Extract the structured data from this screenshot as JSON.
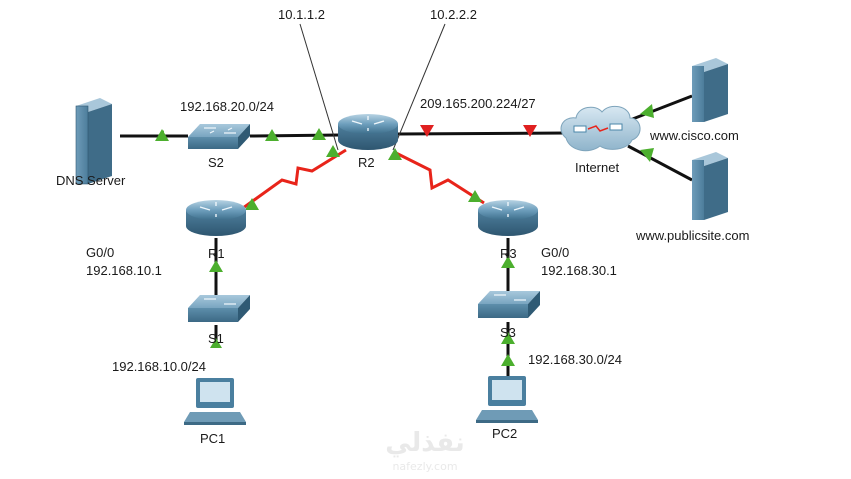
{
  "diagram": {
    "devices": {
      "dns_server": "DNS Server",
      "s2": "S2",
      "r2": "R2",
      "internet": "Internet",
      "cisco_server": "www.cisco.com",
      "publicsite_server": "www.publicsite.com",
      "r1": "R1",
      "r3": "R3",
      "s1": "S1",
      "s3": "S3",
      "pc1": "PC1",
      "pc2": "PC2"
    },
    "addresses": {
      "r2_serial_left": "10.1.1.2",
      "r2_serial_right": "10.2.2.2",
      "lan_s2": "192.168.20.0/24",
      "isp_link": "209.165.200.224/27",
      "r1_g00_if": "G0/0",
      "r1_g00_ip": "192.168.10.1",
      "r3_g00_if": "G0/0",
      "r3_g00_ip": "192.168.30.1",
      "lan_s1": "192.168.10.0/24",
      "lan_s3": "192.168.30.0/24"
    },
    "colors": {
      "serial_link": "#e8241a",
      "ethernet_link": "#111111",
      "link_up": "#4caf2e",
      "link_down": "#e02020",
      "device_blue": "#4a86a8"
    }
  },
  "watermark": {
    "arabic": "نفذلي",
    "latin": "nafezly.com"
  }
}
